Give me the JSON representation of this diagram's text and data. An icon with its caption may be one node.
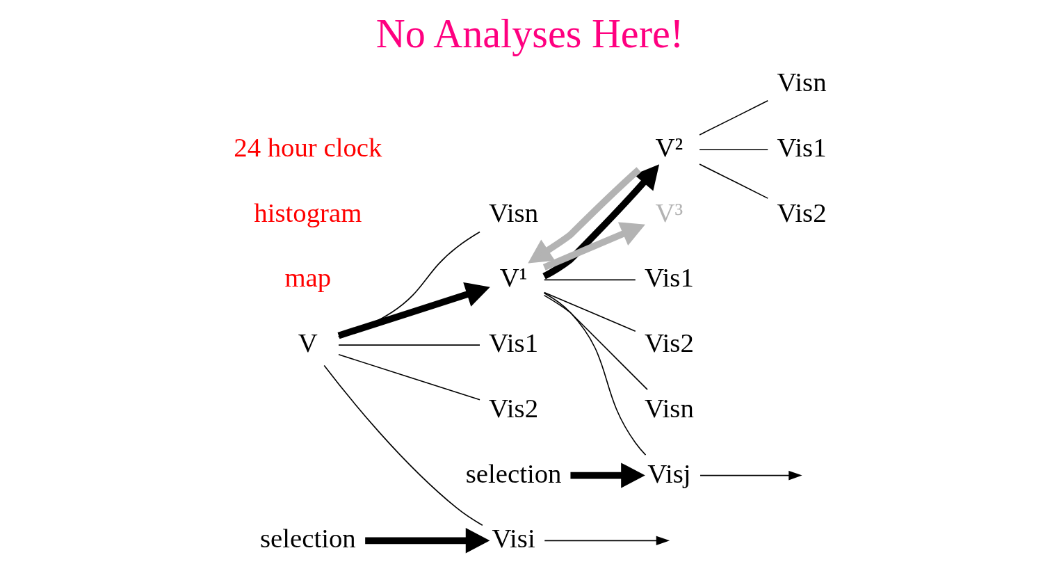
{
  "diagram": {
    "title": "No Analyses Here!",
    "nodes": [
      {
        "text": [
          "V"
        ]
      },
      {
        "text": [
          "Vis1"
        ]
      },
      {
        "text": [
          "Vis2"
        ]
      },
      {
        "text": [
          "Visi"
        ]
      },
      {
        "text": [
          "Visn"
        ]
      },
      {
        "text": [
          "V¹"
        ]
      },
      {
        "text": [
          "Vis1"
        ]
      },
      {
        "text": [
          "Vis2"
        ]
      },
      {
        "text": [
          "Visj"
        ]
      },
      {
        "text": [
          "Visn"
        ]
      },
      {
        "text": [
          "V²"
        ]
      },
      {
        "text": [
          "Vis1"
        ]
      },
      {
        "text": [
          "Vis2"
        ]
      },
      {
        "text": [
          "Visn"
        ]
      },
      {
        "text": [
          "V³"
        ]
      },
      {
        "text": [
          "selection"
        ]
      },
      {
        "text": [
          "selection"
        ]
      }
    ],
    "edges": [
      {
        "from": 0,
        "to": 1,
        "arrow": "none"
      },
      {
        "from": 0,
        "to": 2,
        "arrow": "none"
      },
      {
        "from": 0,
        "to": 3,
        "arrow": "none"
      },
      {
        "from": 0,
        "to": 4,
        "arrow": "none"
      },
      {
        "from": 0,
        "to": 5,
        "arrow": "to",
        "style": "thick"
      },
      {
        "from": 3,
        "to": null,
        "arrow": "to"
      },
      {
        "from": 15,
        "to": 3,
        "arrow": "to",
        "style": "thick"
      },
      {
        "from": 5,
        "to": 6,
        "arrow": "none"
      },
      {
        "from": 5,
        "to": 7,
        "arrow": "none"
      },
      {
        "from": 5,
        "to": 8,
        "arrow": "none"
      },
      {
        "from": 5,
        "to": 9,
        "arrow": "none"
      },
      {
        "from": 5,
        "to": 10,
        "arrow": "to",
        "style": "thick"
      },
      {
        "from": 10,
        "to": 5,
        "arrow": "to",
        "style": "thick",
        "color": "#b3b3b3"
      },
      {
        "from": 5,
        "to": 14,
        "arrow": "to",
        "style": "thick",
        "color": "#b3b3b3"
      },
      {
        "from": 8,
        "to": null,
        "arrow": "to"
      },
      {
        "from": 16,
        "to": 8,
        "arrow": "to",
        "style": "thick"
      },
      {
        "from": 10,
        "to": 11,
        "arrow": "none"
      },
      {
        "from": 10,
        "to": 12,
        "arrow": "none"
      },
      {
        "from": 10,
        "to": 13,
        "arrow": "none"
      }
    ],
    "labels": [
      "map",
      "histogram",
      "24 hour clock"
    ]
  }
}
